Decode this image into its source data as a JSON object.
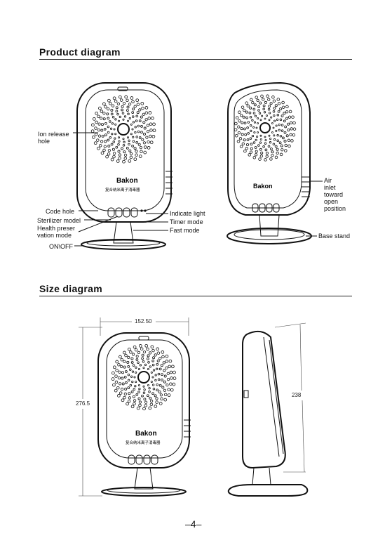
{
  "sections": {
    "product": {
      "title": "Product diagram"
    },
    "size": {
      "title": "Size diagram"
    }
  },
  "device": {
    "brand": "Bakon",
    "subtitle": "复合纳米离子消毒器"
  },
  "product_labels": {
    "ion_release": "Ion release\nhole",
    "code_hole": "Code hole",
    "sterilizer_model": "Sterilizer model",
    "health_mode": "Health preser\nvation mode",
    "on_off": "ON\\OFF",
    "indicate_light": "Indicate light",
    "timer_mode": "Timer mode",
    "fast_mode": "Fast mode",
    "air_inlet": "Air\ninlet\ntoward\nopen\nposition",
    "base_stand": "Base stand"
  },
  "dimensions": {
    "width": "152.50",
    "height": "276.5",
    "depth": "238"
  },
  "page_number": "–4–"
}
